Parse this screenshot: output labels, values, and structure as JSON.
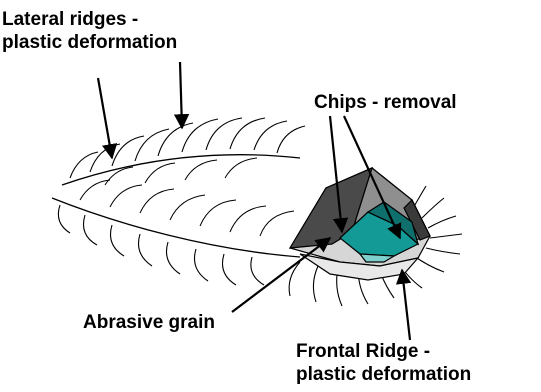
{
  "labels": {
    "lateral_line1": "Lateral ridges -",
    "lateral_line2": "plastic deformation",
    "chips": "Chips - removal",
    "grain": "Abrasive grain",
    "frontal_line1": "Frontal Ridge -",
    "frontal_line2": "plastic deformation"
  },
  "colors": {
    "grain_dark": "#4a4a4a",
    "grain_light": "#8f8f8f",
    "grain_base": "#d6d6d6",
    "chip": "#149a96",
    "ink": "#000000"
  }
}
